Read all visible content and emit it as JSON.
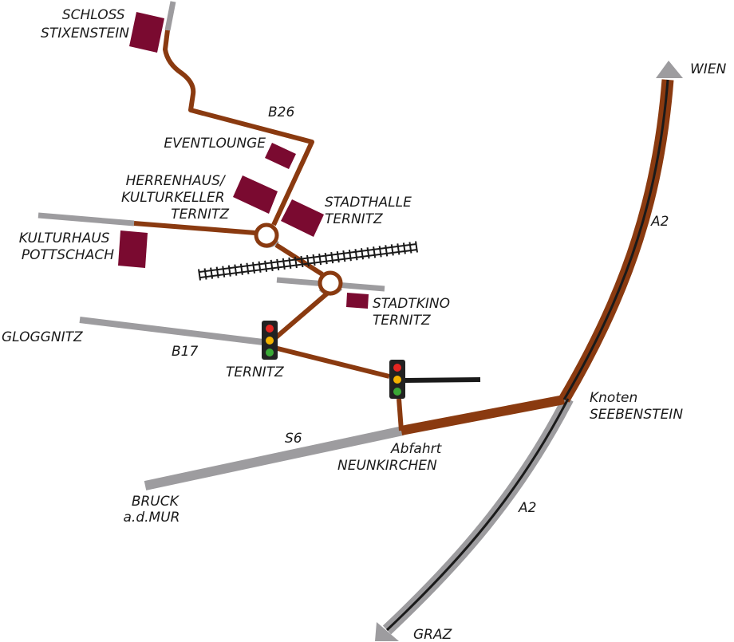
{
  "colors": {
    "route": "#8a3a10",
    "gray_road": "#9d9c9f",
    "building": "#7a0a30",
    "motorway_core": "#1a1a1a",
    "railway": "#1a1a1a",
    "light_red": "#e52521",
    "light_amber": "#f4b300",
    "light_green": "#3aa935"
  },
  "labels": {
    "schloss_stixenstein": [
      "SCHLOSS",
      "STIXENSTEIN"
    ],
    "eventlounge": "EVENTLOUNGE",
    "herrenhaus": [
      "HERRENHAUS/",
      "KULTURKELLER",
      "TERNITZ"
    ],
    "stadthalle": [
      "STADTHALLE",
      "TERNITZ"
    ],
    "kulturhaus": [
      "KULTURHAUS",
      "POTTSCHACH"
    ],
    "stadtkino": [
      "STADTKINO",
      "TERNITZ"
    ],
    "gloggnitz": "GLOGGNITZ",
    "ternitz": "TERNITZ",
    "b26": "B26",
    "b17": "B17",
    "s6": "S6",
    "a2_north": "A2",
    "a2_south": "A2",
    "wien": "WIEN",
    "graz": "GRAZ",
    "knoten": [
      "Knoten",
      "SEEBENSTEIN"
    ],
    "abfahrt": [
      "Abfahrt",
      "NEUNKIRCHEN"
    ],
    "bruck": [
      "BRUCK",
      "a.d.MUR"
    ]
  },
  "icons": {
    "traffic_light": "traffic-light-icon",
    "roundabout": "roundabout-icon",
    "arrow": "arrow-icon",
    "railway": "railway-icon"
  }
}
